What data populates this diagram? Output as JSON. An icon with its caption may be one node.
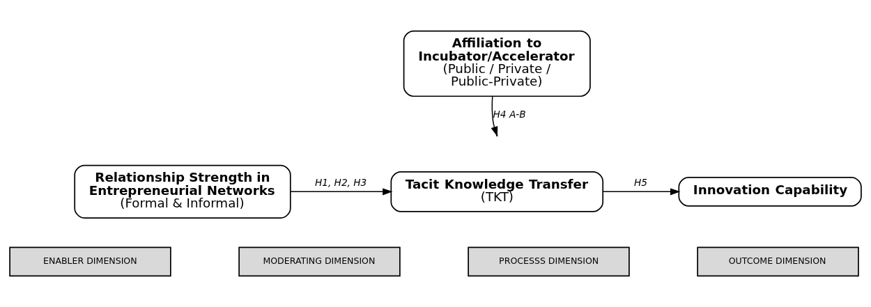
{
  "diagram": {
    "nodes": [
      {
        "text": [
          "**Affiliation to Incubator/Accelerator**",
          "(Public / Private / Public-Private)"
        ]
      },
      {
        "text": [
          "**Relationship Strength in Entrepreneurial Networks**",
          "(Formal & Informal)"
        ]
      },
      {
        "text": [
          "**Tacit Knowledge Transfer** (TKT)"
        ]
      },
      {
        "text": [
          "**Innovation Capability**"
        ]
      },
      {
        "text": [
          "ENABLER DIMENSION"
        ]
      },
      {
        "text": [
          "MODERATING DIMENSION"
        ]
      },
      {
        "text": [
          "PROCESSS DIMENSION"
        ]
      },
      {
        "text": [
          "OUTCOME DIMENSION"
        ]
      }
    ],
    "edges": [
      {
        "from": 0,
        "to": null,
        "arrow": "to",
        "label": "H4 A-B"
      },
      {
        "from": 1,
        "to": 2,
        "arrow": "to",
        "label": "H1, H2, H3"
      },
      {
        "from": 2,
        "to": 3,
        "arrow": "to",
        "label": "H5"
      }
    ]
  }
}
